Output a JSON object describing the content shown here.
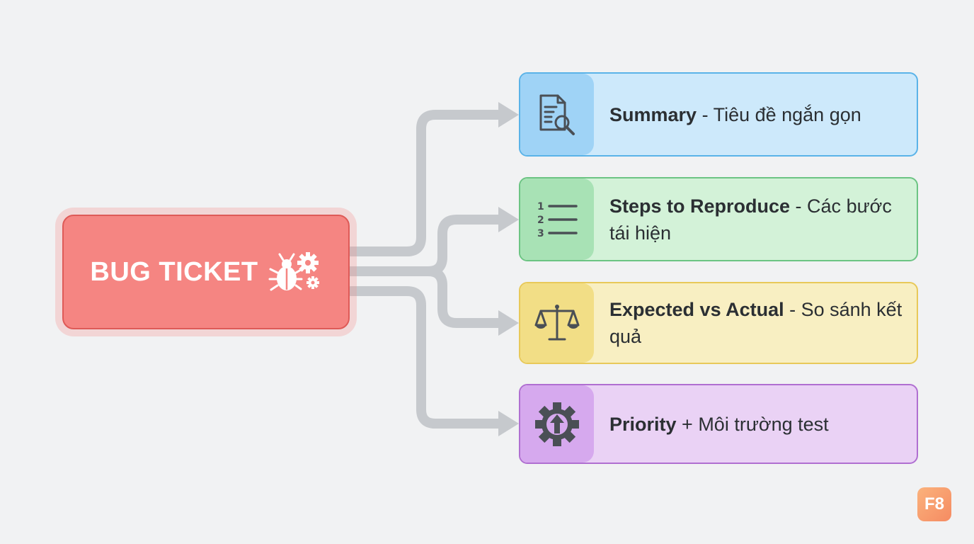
{
  "root": {
    "title": "BUG TICKET",
    "icon": "bug-gears-icon"
  },
  "cards": [
    {
      "id": "summary",
      "title": "Summary",
      "separator": " - ",
      "description": "Tiêu đề ngắn gọn",
      "icon": "document-search-icon"
    },
    {
      "id": "steps",
      "title": "Steps to Reproduce",
      "separator": " - ",
      "description": "Các bước tái hiện",
      "icon": "numbered-list-icon"
    },
    {
      "id": "expected",
      "title": "Expected vs Actual",
      "separator": " - ",
      "description": "So sánh kết quả",
      "icon": "balance-scale-icon"
    },
    {
      "id": "priority",
      "title": "Priority",
      "separator": " + ",
      "description": "Môi trường test",
      "icon": "gear-arrow-up-icon"
    }
  ],
  "logo": {
    "text": "F8"
  },
  "colors": {
    "root": "#f58582",
    "summary": "#5ab3e8",
    "steps": "#6cc483",
    "expected": "#e8c959",
    "priority": "#b06fd1",
    "connector": "#c6c9cd"
  }
}
